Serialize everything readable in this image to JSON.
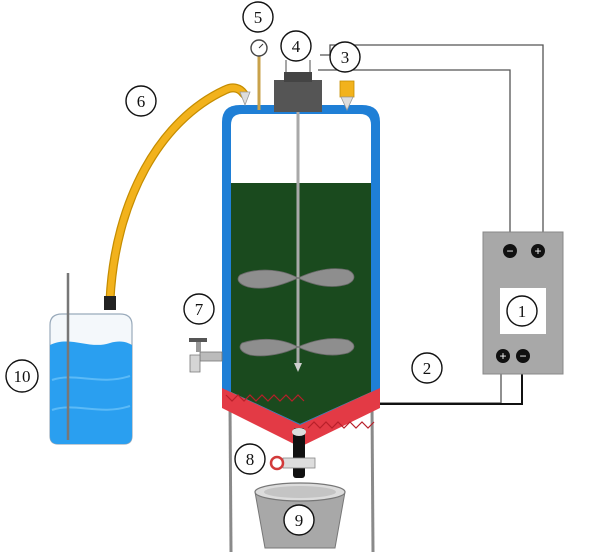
{
  "colors": {
    "reactor_wall": "#1f7fd6",
    "culture": "#1a4a1e",
    "heater": "#e33a45",
    "tubing": "#f2b21c",
    "water": "#2a9ff0",
    "metal": "#9a9a9a",
    "power_box": "#a8a8a8"
  },
  "labels": {
    "power_supply": "1",
    "heater_wire": "2",
    "sensor": "3",
    "motor": "4",
    "gauge": "5",
    "hose": "6",
    "tap": "7",
    "valve": "8",
    "collector": "9",
    "water_jar": "10"
  },
  "terminals": {
    "top_left": "−",
    "top_right": "+",
    "bottom_left": "+",
    "bottom_right": "−"
  }
}
